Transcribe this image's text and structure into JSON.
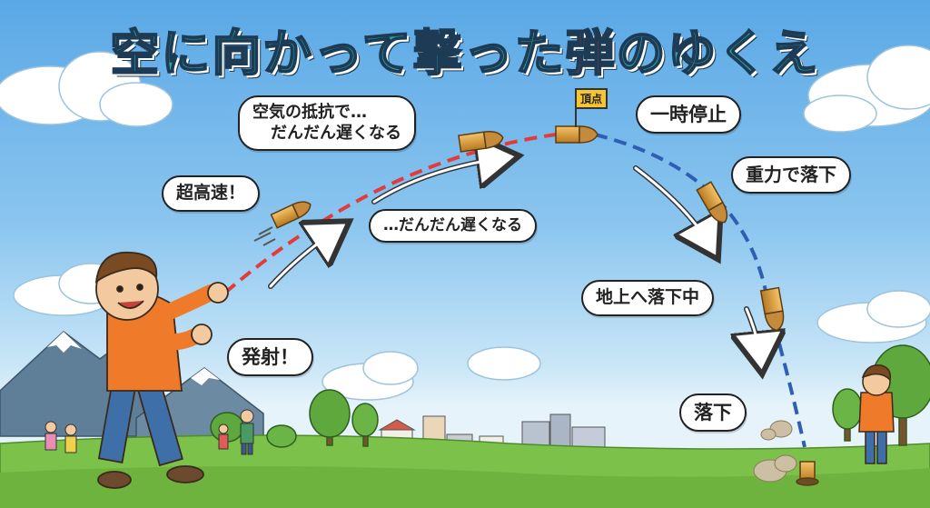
{
  "title": {
    "main": "空に向かって撃った",
    "accent": "弾",
    "tail": "のゆくえ"
  },
  "labels": {
    "fire": "発射！",
    "super_fast": "超高速！",
    "air_resistance_1": "空気の抵抗で…",
    "air_resistance_2": "だんだん遅くなる",
    "slowing": "…だんだん遅くなる",
    "apex_flag": "頂点",
    "pause": "一時停止",
    "gravity_fall": "重力で落下",
    "falling_to_ground": "地上へ落下中",
    "landed": "落下"
  },
  "colors": {
    "title_fill": "#2aa7a2",
    "title_accent": "#e23b3b",
    "ascent_trail": "#e23b3b",
    "descent_trail": "#2f5fb3",
    "sky": "#5aa8e6",
    "grass": "#7cc24a",
    "flag": "#f7c531",
    "jacket": "#ef7a2a"
  }
}
